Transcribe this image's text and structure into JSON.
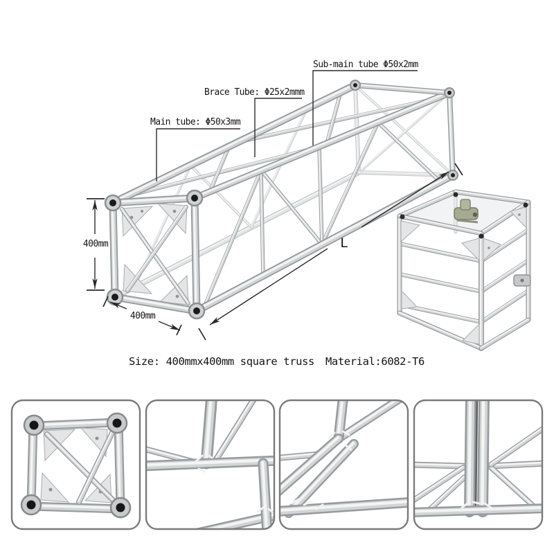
{
  "page": {
    "background": "#ffffff"
  },
  "illustration": {
    "callouts": {
      "sub_main_tube": "Sub-main tube Φ50x2mm",
      "brace_tube": "Brace Tube: Φ25x2mmm",
      "main_tube": "Main tube: Φ50x3mm"
    },
    "dimensions": {
      "height": "400mm",
      "width": "400mm",
      "length": "L"
    }
  },
  "caption": {
    "size": "Size: 400mmx400mm square truss",
    "material": "Material:6082-T6"
  },
  "thumbnails": [
    {
      "name": "end-face-detail"
    },
    {
      "name": "tube-joint-weld-detail"
    },
    {
      "name": "diagonal-brace-weld-detail"
    },
    {
      "name": "vertical-chord-joint-detail"
    }
  ],
  "colors": {
    "metal_base": "#979b9e",
    "metal_mid": "#d2d5d6",
    "metal_highlight": "#f3f4f4",
    "annotation_line": "#2a2a2a",
    "text": "#141414",
    "clamp_green": "#a6aa92",
    "thumbnail_border": "#7a7a7a"
  }
}
